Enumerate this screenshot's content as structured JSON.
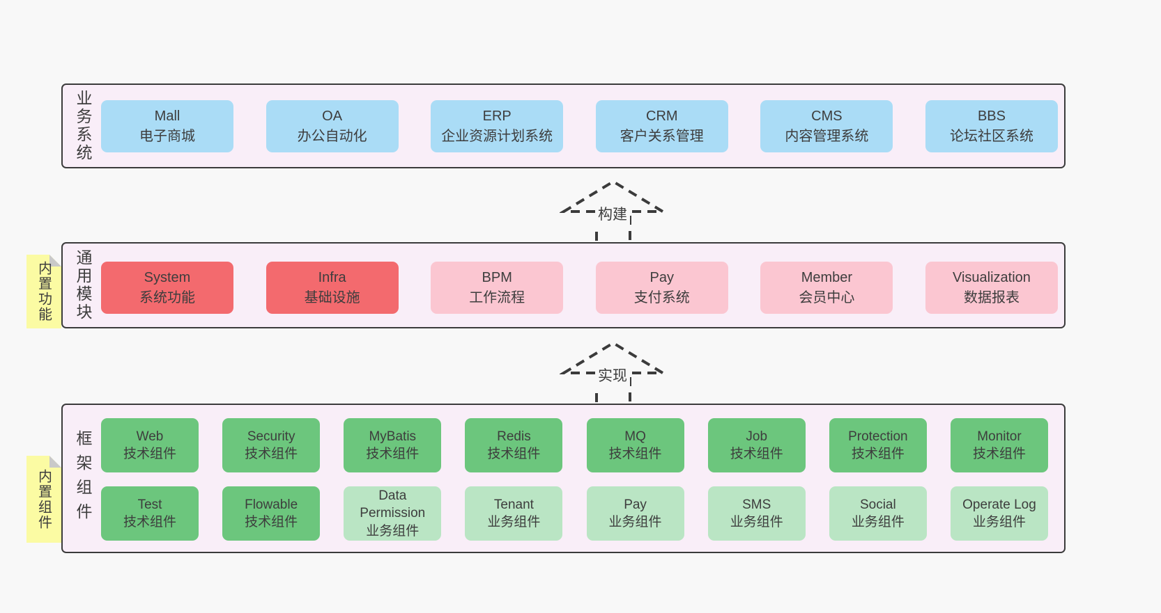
{
  "palette": {
    "page_bg": "#f8f8f8",
    "band_bg": "#f9eef8",
    "band_border": "#3b3b3b",
    "ink": "#3d3d3d",
    "blue": "#aadcf6",
    "red": "#f36a6e",
    "pink": "#fbc6d1",
    "green": "#6cc67d",
    "green_light": "#bae5c4",
    "yellow": "#fbfba3",
    "fold_grey": "#c9c9c9"
  },
  "arrows": [
    {
      "label": "构建"
    },
    {
      "label": "实现"
    }
  ],
  "sections": [
    {
      "side_label": "业务系统",
      "rows": [
        [
          {
            "title": "Mall",
            "subtitle": "电子商城",
            "variant": "blue"
          },
          {
            "title": "OA",
            "subtitle": "办公自动化",
            "variant": "blue"
          },
          {
            "title": "ERP",
            "subtitle": "企业资源计划系统",
            "variant": "blue"
          },
          {
            "title": "CRM",
            "subtitle": "客户关系管理",
            "variant": "blue"
          },
          {
            "title": "CMS",
            "subtitle": "内容管理系统",
            "variant": "blue"
          },
          {
            "title": "BBS",
            "subtitle": "论坛社区系统",
            "variant": "blue"
          }
        ]
      ]
    },
    {
      "side_label": "通用模块",
      "sticky_label": "内置功能",
      "rows": [
        [
          {
            "title": "System",
            "subtitle": "系统功能",
            "variant": "red"
          },
          {
            "title": "Infra",
            "subtitle": "基础设施",
            "variant": "red"
          },
          {
            "title": "BPM",
            "subtitle": "工作流程",
            "variant": "pink"
          },
          {
            "title": "Pay",
            "subtitle": "支付系统",
            "variant": "pink"
          },
          {
            "title": "Member",
            "subtitle": "会员中心",
            "variant": "pink"
          },
          {
            "title": "Visualization",
            "subtitle": "数据报表",
            "variant": "pink"
          }
        ]
      ]
    },
    {
      "side_label": "框架组件",
      "sticky_label": "内置组件",
      "rows": [
        [
          {
            "title": "Web",
            "subtitle": "技术组件",
            "variant": "green"
          },
          {
            "title": "Security",
            "subtitle": "技术组件",
            "variant": "green"
          },
          {
            "title": "MyBatis",
            "subtitle": "技术组件",
            "variant": "green"
          },
          {
            "title": "Redis",
            "subtitle": "技术组件",
            "variant": "green"
          },
          {
            "title": "MQ",
            "subtitle": "技术组件",
            "variant": "green"
          },
          {
            "title": "Job",
            "subtitle": "技术组件",
            "variant": "green"
          },
          {
            "title": "Protection",
            "subtitle": "技术组件",
            "variant": "green"
          },
          {
            "title": "Monitor",
            "subtitle": "技术组件",
            "variant": "green"
          }
        ],
        [
          {
            "title": "Test",
            "subtitle": "技术组件",
            "variant": "green"
          },
          {
            "title": "Flowable",
            "subtitle": "技术组件",
            "variant": "green"
          },
          {
            "title": "Data Permission",
            "subtitle": "业务组件",
            "variant": "green-light"
          },
          {
            "title": "Tenant",
            "subtitle": "业务组件",
            "variant": "green-light"
          },
          {
            "title": "Pay",
            "subtitle": "业务组件",
            "variant": "green-light"
          },
          {
            "title": "SMS",
            "subtitle": "业务组件",
            "variant": "green-light"
          },
          {
            "title": "Social",
            "subtitle": "业务组件",
            "variant": "green-light"
          },
          {
            "title": "Operate Log",
            "subtitle": "业务组件",
            "variant": "green-light"
          }
        ]
      ]
    }
  ]
}
